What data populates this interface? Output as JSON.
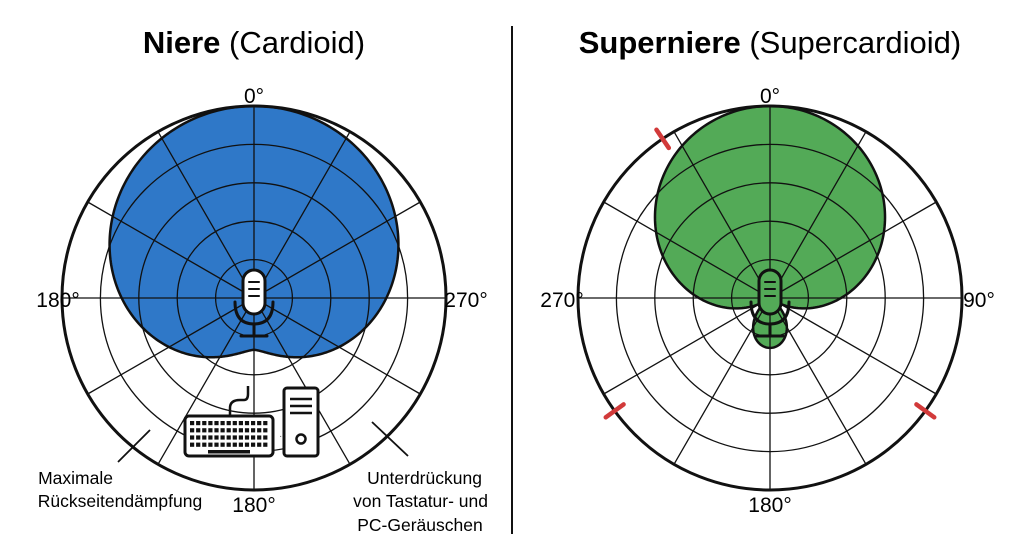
{
  "left": {
    "title_bold": "Niere",
    "title_normal": "(Cardioid)",
    "labels": {
      "top": "0°",
      "left": "180°",
      "right": "270°",
      "bottom": "180°"
    },
    "annotation_left": [
      "Maximale",
      "Rückseitendämpfung"
    ],
    "annotation_right": [
      "Unterdrückung",
      "von Tastatur- und",
      "PC-Geräuschen"
    ],
    "fill_color": "#2f78c8",
    "icons": [
      "microphone-icon",
      "keyboard-icon",
      "pc-tower-icon"
    ]
  },
  "right": {
    "title_bold": "Superniere",
    "title_normal": "(Supercardioid)",
    "labels": {
      "top": "0°",
      "left": "270°",
      "right": "90°",
      "bottom": "180°"
    },
    "fill_color": "#53aa57",
    "marker_color": "#d23a3a",
    "icons": [
      "microphone-icon"
    ]
  },
  "colors": {
    "stroke": "#111111",
    "background": "#ffffff"
  }
}
